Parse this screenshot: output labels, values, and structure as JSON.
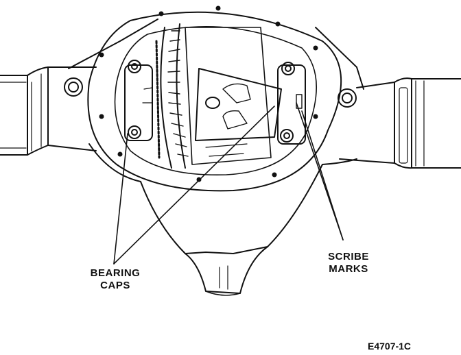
{
  "callouts": {
    "bearing_caps": [
      "BEARING",
      "CAPS"
    ],
    "scribe_marks": [
      "SCRIBE",
      "MARKS"
    ]
  },
  "figure_id": "E4707-1C",
  "colors": {
    "ink": "#111111",
    "background": "#ffffff"
  }
}
